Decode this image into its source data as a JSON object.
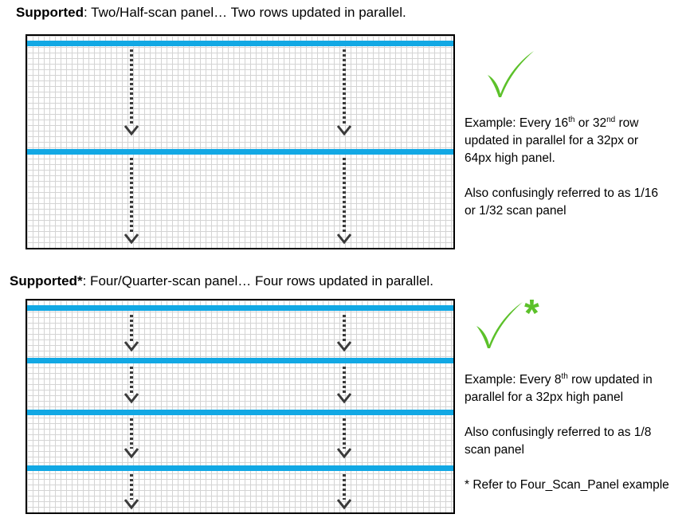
{
  "section1": {
    "bold": "Supported",
    "rest": ":  Two/Half-scan panel… Two rows updated in parallel.",
    "note_line1_a": "Example: Every 16",
    "note_line1_sup1": "th",
    "note_line1_b": " or 32",
    "note_line1_sup2": "nd",
    "note_line1_c": " row",
    "note_line2": "updated in parallel for a 32px or",
    "note_line3": "64px high panel.",
    "note_line4": "Also confusingly referred to as 1/16",
    "note_line5": "or 1/32 scan panel",
    "check_icon": "checkmark-icon"
  },
  "section2": {
    "bold": "Supported*",
    "rest": ":  Four/Quarter-scan  panel… Four rows updated in parallel.",
    "note_line1_a": "Example: Every 8",
    "note_line1_sup": "th",
    "note_line1_b": " row updated in",
    "note_line2": "parallel for a 32px high panel",
    "note_line3": "Also confusingly referred to as 1/8",
    "note_line4": "scan panel",
    "note_line5": "* Refer to Four_Scan_Panel example",
    "check_icon": "checkmark-icon",
    "star": "*"
  },
  "colors": {
    "scan_bar": "#12a8e4",
    "check": "#5cc12a",
    "arrow": "#3a3a3a",
    "grid": "#d4d4d4"
  }
}
